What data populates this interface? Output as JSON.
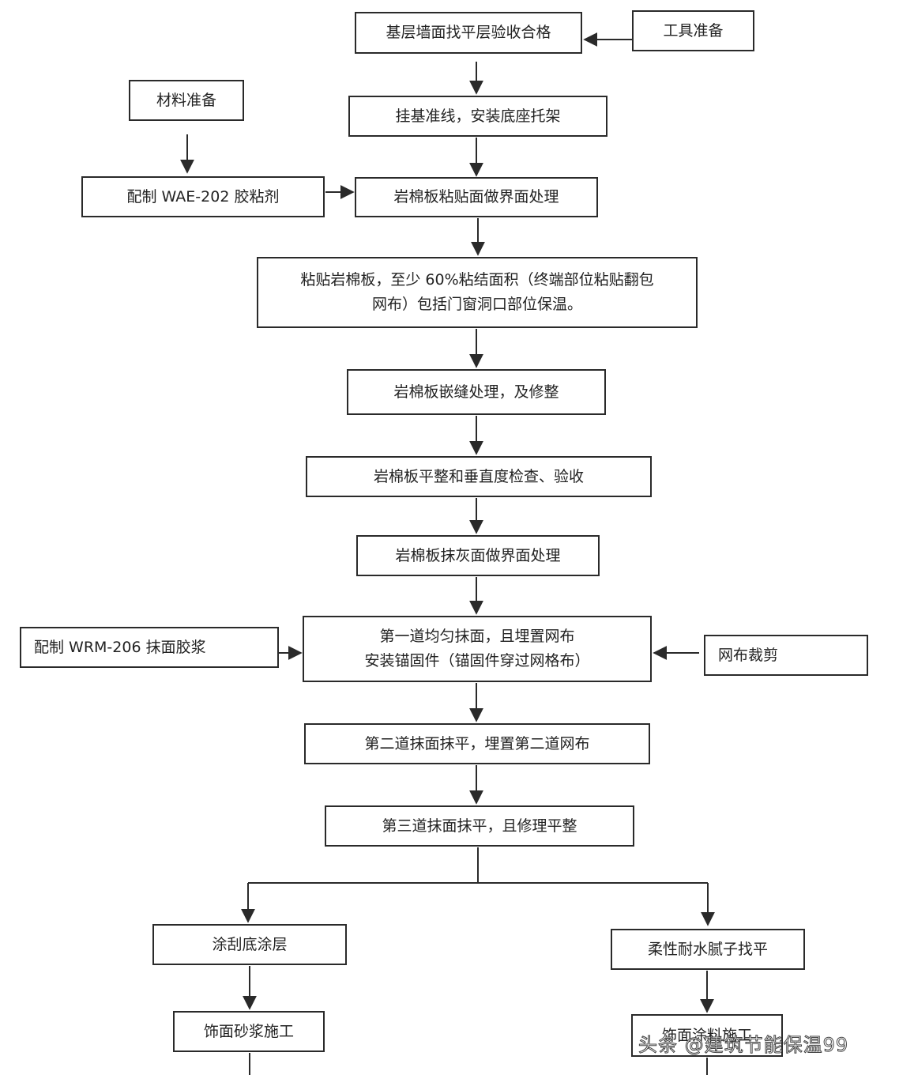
{
  "steps": {
    "base_accept": "基层墙面找平层验收合格",
    "tools": "工具准备",
    "materials": "材料准备",
    "baseline": "挂基准线，安装底座托架",
    "mix_wae": "配制 WAE-202 胶粘剂",
    "bond_interface": "岩棉板粘贴面做界面处理",
    "paste_line1": "粘贴岩棉板，至少 60%粘结面积（终端部位粘贴翻包",
    "paste_line2": "网布）包括门窗洞口部位保温。",
    "seam": "岩棉板嵌缝处理，及修整",
    "check": "岩棉板平整和垂直度检查、验收",
    "plaster_interface": "岩棉板抹灰面做界面处理",
    "mix_wrm": "配制 WRM-206 抹面胶浆",
    "first_line1": "第一道均匀抹面，且埋置网布",
    "first_line2": "安装锚固件（锚固件穿过网格布）",
    "mesh_cut": "网布裁剪",
    "second": "第二道抹面抹平，埋置第二道网布",
    "third": "第三道抹面抹平，且修理平整",
    "primer": "涂刮底涂层",
    "putty": "柔性耐水腻子找平",
    "mortar": "饰面砂浆施工",
    "paint": "饰面涂料施工"
  },
  "watermark": "头条 @建筑节能保温99"
}
